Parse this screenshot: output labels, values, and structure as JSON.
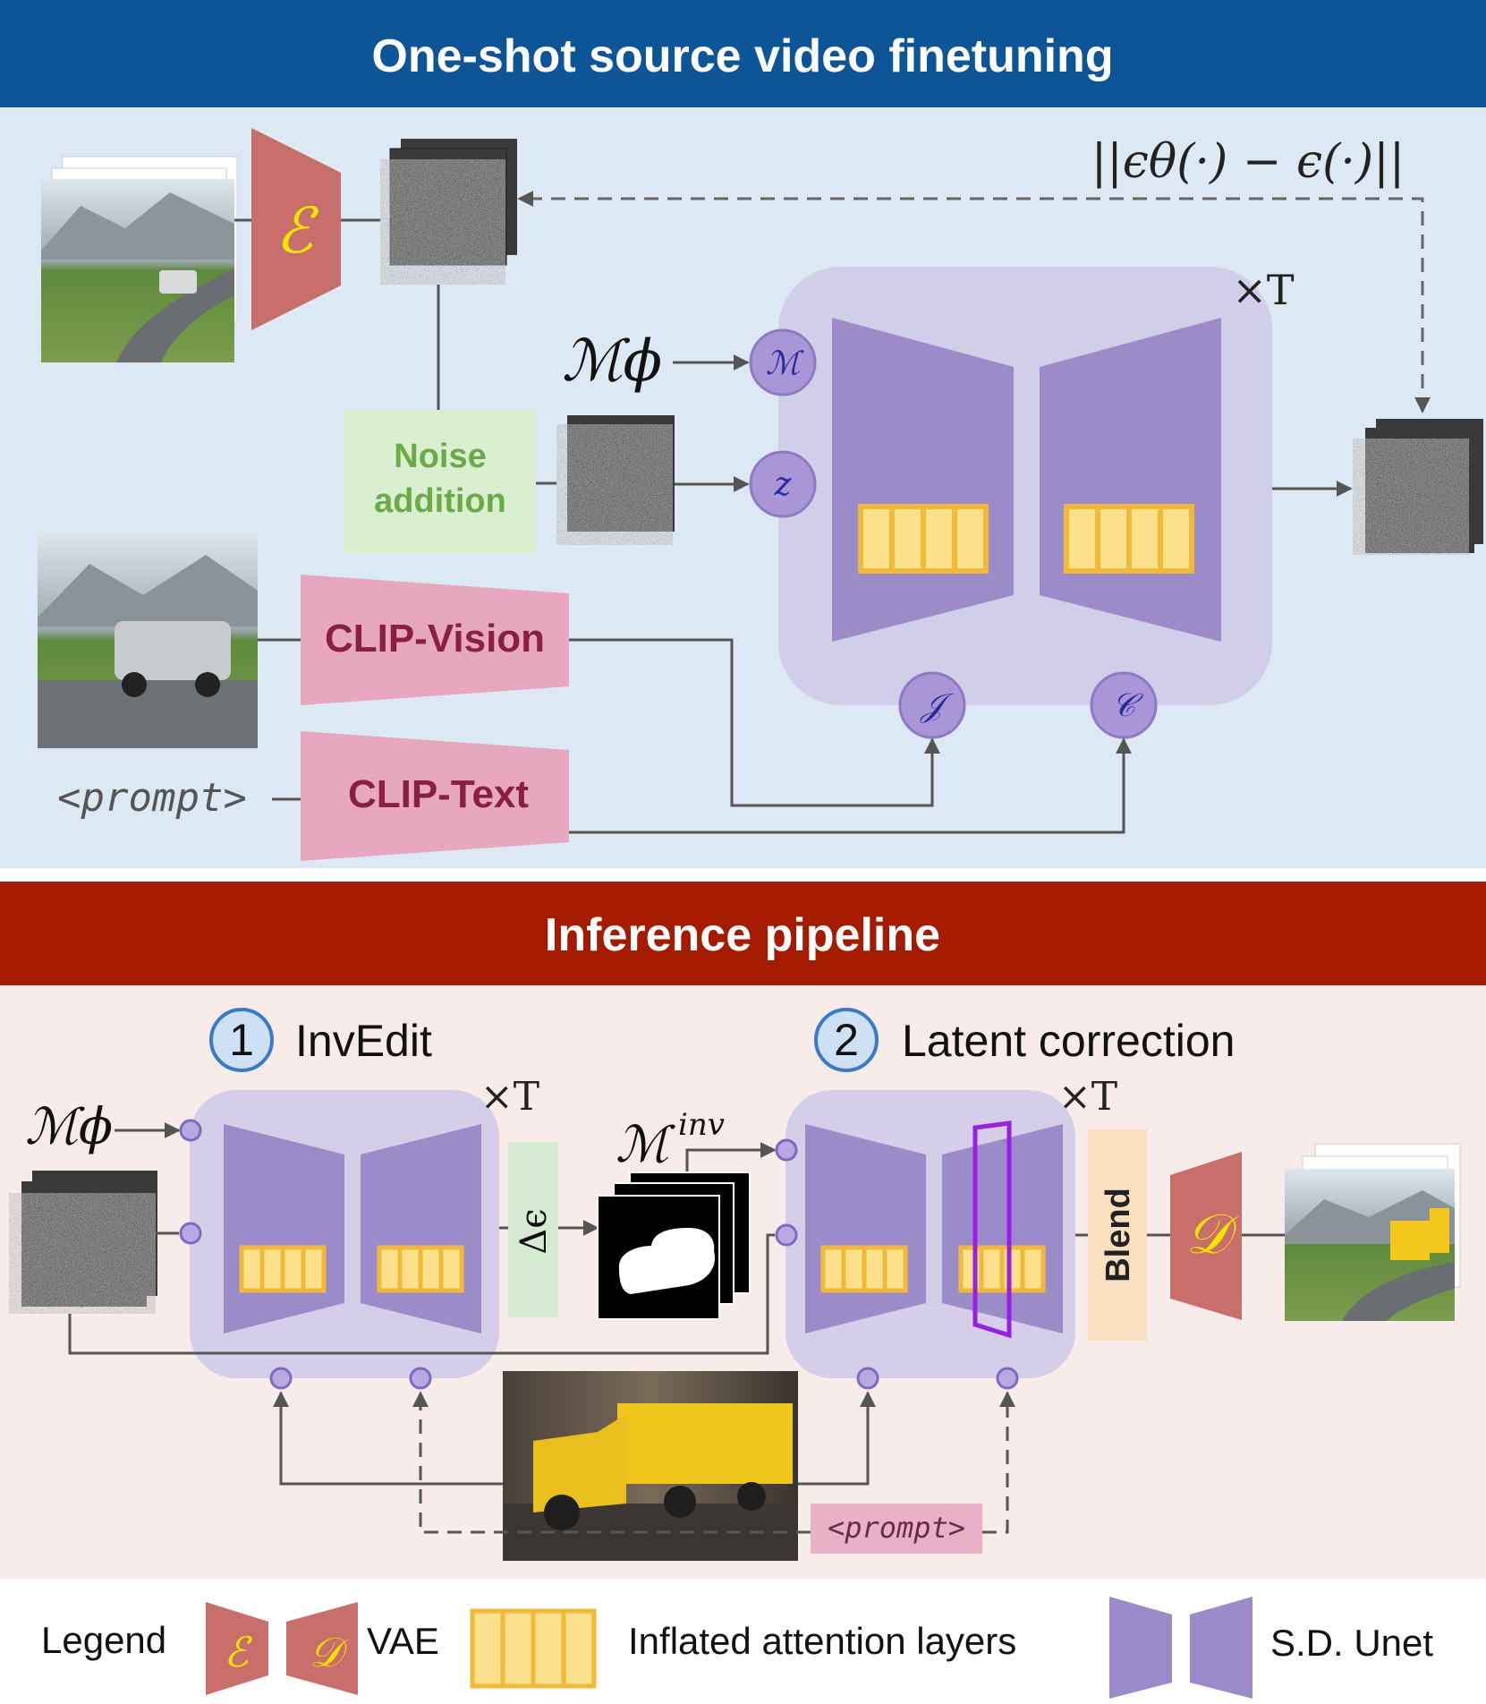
{
  "top_section": {
    "title": "One-shot source video finetuning",
    "loss_label": "||ϵθ(·) − ϵ(·)||",
    "encoder_symbol": "ℰ",
    "times_t": "×T",
    "mask_input_label": "ℳϕ",
    "noise_addition_label_line1": "Noise",
    "noise_addition_label_line2": "addition",
    "clip_vision_label": "CLIP-Vision",
    "clip_text_label": "CLIP-Text",
    "prompt_label": "<prompt>",
    "unet_inputs": {
      "mask": "ℳ",
      "latent": "z",
      "image": "𝒥",
      "text": "𝒞"
    }
  },
  "bottom_section": {
    "title": "Inference pipeline",
    "step1_number": "1",
    "step1_label": "InvEdit",
    "step2_number": "2",
    "step2_label": "Latent correction",
    "times_t_1": "×T",
    "times_t_2": "×T",
    "mask_input_label": "ℳϕ",
    "delta_label": "Δϵ",
    "mask_inv_label": "ℳ",
    "mask_inv_sup": "inv",
    "blend_label": "Blend",
    "decoder_symbol": "𝒟",
    "prompt_label": "<prompt>"
  },
  "legend": {
    "title": "Legend",
    "encoder_symbol": "ℰ",
    "decoder_symbol": "𝒟",
    "vae_label": "VAE",
    "attention_label": "Inflated attention layers",
    "unet_label": "S.D. Unet"
  },
  "colors": {
    "top_header": "#0d5596",
    "top_bg": "#dce8f3",
    "bottom_header": "#a51b00",
    "bottom_bg": "#f8ecea",
    "unet": "#9b8bc9",
    "unet_container": "#cfc9e8",
    "attention_fill": "#fde08c",
    "attention_stroke": "#f0b93a",
    "vae": "#c86f6c",
    "clip": "#e7a7bf",
    "noise_addition": "#d9efcf",
    "blend": "#f9dfc0",
    "delta": "#d5ebd2"
  }
}
